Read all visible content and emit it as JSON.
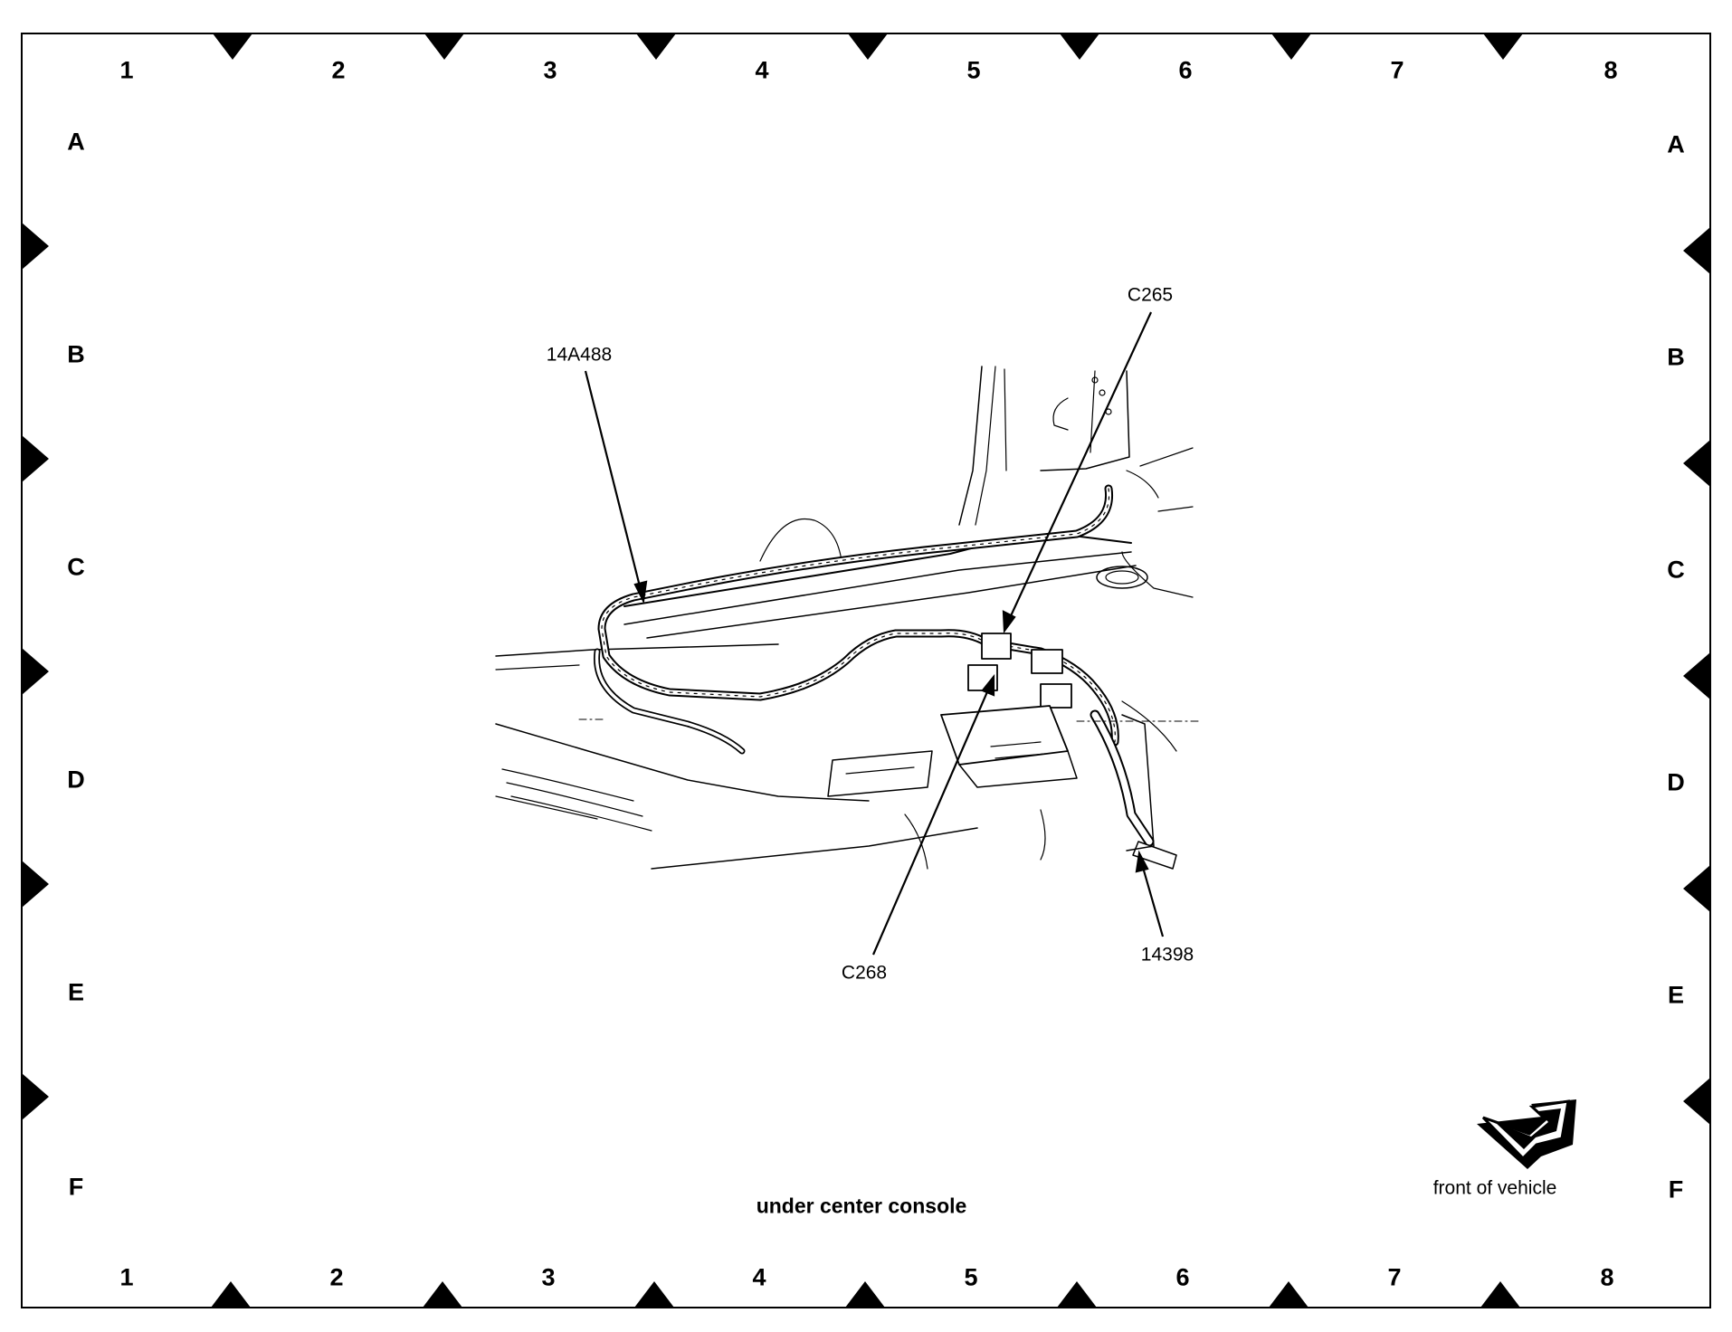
{
  "grid": {
    "columns": [
      "1",
      "2",
      "3",
      "4",
      "5",
      "6",
      "7",
      "8"
    ],
    "rows": [
      "A",
      "B",
      "C",
      "D",
      "E",
      "F"
    ]
  },
  "callouts": {
    "harness": "14A488",
    "connector_top": "C265",
    "connector_bottom": "C268",
    "cable": "14398"
  },
  "caption": "under center console",
  "orientation": "front of vehicle"
}
